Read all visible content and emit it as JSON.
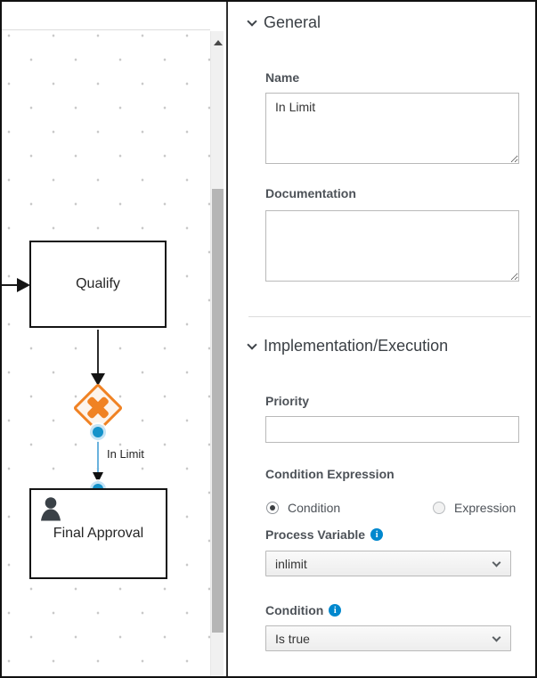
{
  "colors": {
    "gateway_orange": "#f08223",
    "connector_blue": "#6ab2dd",
    "anchor_blue": "#1492ca",
    "info_blue": "#0088ce",
    "dot_color": "#c9c9c9"
  },
  "icons": {
    "gateway": "x-cross-icon",
    "user_task": "person-icon",
    "info": "info-circle-icon",
    "section_collapse": "chevron-down-icon",
    "select": "chevron-down-icon",
    "scroll_up": "triangle-up-icon"
  },
  "canvas": {
    "qualify_label": "Qualify",
    "final_approval_label": "Final Approval",
    "connector_label": "In Limit"
  },
  "panel": {
    "general": {
      "title": "General",
      "name_label": "Name",
      "name_value": "In Limit",
      "documentation_label": "Documentation",
      "documentation_value": ""
    },
    "implementation": {
      "title": "Implementation/Execution",
      "priority_label": "Priority",
      "priority_value": "",
      "condition_expression_label": "Condition Expression",
      "radio_condition_label": "Condition",
      "radio_expression_label": "Expression",
      "process_variable_label": "Process Variable",
      "process_variable_value": "inlimit",
      "condition_label": "Condition",
      "condition_value": "Is true"
    }
  }
}
